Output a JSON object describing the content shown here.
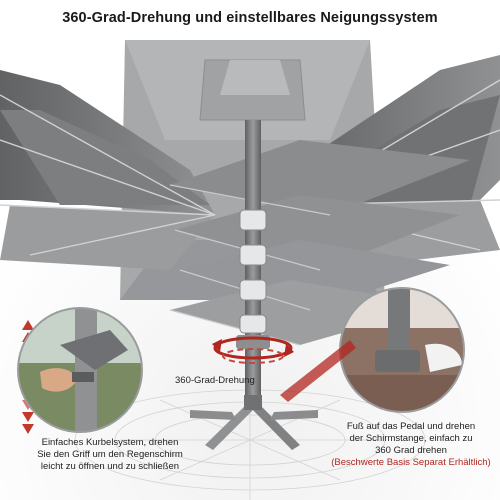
{
  "title": "360-Grad-Drehung und einstellbares Neigungssystem",
  "rotation_label": "360-Grad-Drehung",
  "left_caption": [
    "Einfaches Kurbelsystem, drehen",
    "Sie den Griff um den Regenschirm",
    "leicht zu öffnen und zu schließen"
  ],
  "right_caption": [
    "Fuß auf das Pedal und drehen",
    "der Schirmstange, einfach zu",
    "360 Grad drehen"
  ],
  "right_note": "(Beschwerte Basis Separat Erhältlich)",
  "colors": {
    "canopy": "#8d8f91",
    "canopy_dark": "#6e7073",
    "canopy_light": "#b9bbbd",
    "pole": "#7b7d7f",
    "accent_red": "#b1261f"
  }
}
